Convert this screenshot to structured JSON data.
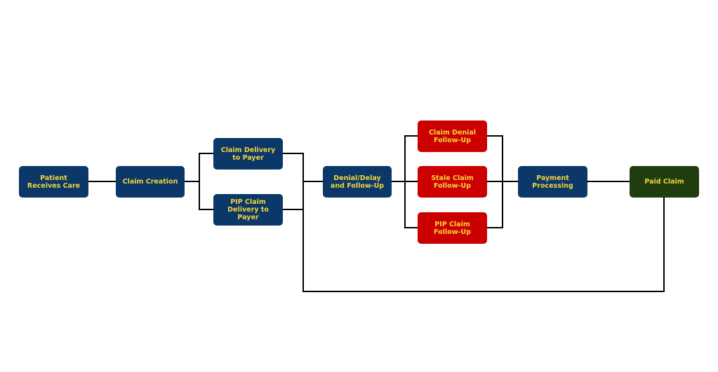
{
  "colors": {
    "process": "#0b3868",
    "followup": "#cc0000",
    "paid": "#1f3d0f",
    "label": "#f5d43a",
    "connector": "#000000",
    "background": "#ffffff"
  },
  "nodes": {
    "patient_receives_care": "Patient Receives Care",
    "claim_creation": "Claim Creation",
    "claim_delivery": "Claim Delivery to Payer",
    "pip_claim_delivery": "PIP Claim Delivery to Payer",
    "denial_delay_followup": "Denial/Delay and Follow-Up",
    "claim_denial_followup": "Claim Denial Follow-Up",
    "stale_claim_followup": "Stale Claim Follow-Up",
    "pip_claim_followup": "PIP Claim Follow-Up",
    "payment_processing": "Payment Processing",
    "paid_claim": "Paid Claim"
  }
}
